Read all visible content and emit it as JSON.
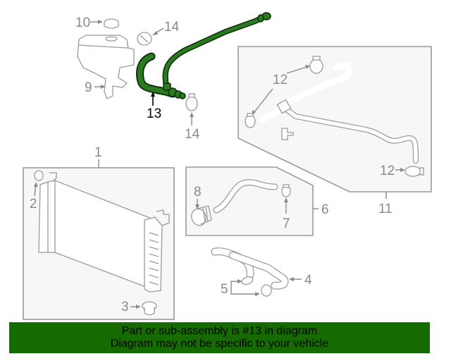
{
  "diagram": {
    "highlighted_part": "13",
    "callouts": [
      {
        "id": "1",
        "label": "1"
      },
      {
        "id": "2",
        "label": "2"
      },
      {
        "id": "3",
        "label": "3"
      },
      {
        "id": "4",
        "label": "4"
      },
      {
        "id": "5",
        "label": "5"
      },
      {
        "id": "6",
        "label": "6"
      },
      {
        "id": "7",
        "label": "7"
      },
      {
        "id": "8",
        "label": "8"
      },
      {
        "id": "9",
        "label": "9"
      },
      {
        "id": "10",
        "label": "10"
      },
      {
        "id": "11",
        "label": "11"
      },
      {
        "id": "12a",
        "label": "12"
      },
      {
        "id": "12b",
        "label": "12"
      },
      {
        "id": "13",
        "label": "13"
      },
      {
        "id": "14a",
        "label": "14"
      },
      {
        "id": "14b",
        "label": "14"
      }
    ],
    "colors": {
      "highlight_hose": "#2a7a1e",
      "linework": "#9a9a9a",
      "callout_text": "#8a8a8a",
      "active_callout_text": "#000000"
    }
  },
  "banner": {
    "line1": "Part or sub-assembly is #13 in diagram",
    "line2": "Diagram may not be specific to your vehicle",
    "background": "#166b00"
  }
}
